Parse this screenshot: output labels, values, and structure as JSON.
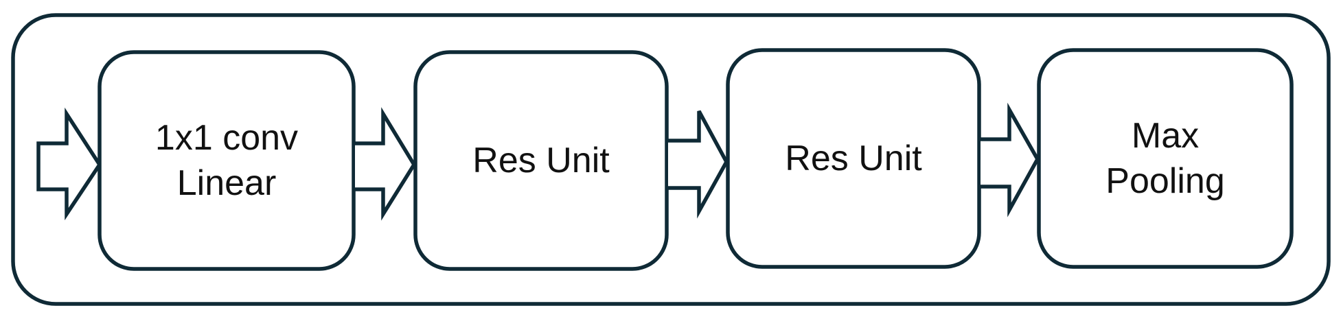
{
  "colors": {
    "stroke": "#0f2a36",
    "background": "#ffffff",
    "text": "#111111"
  },
  "blocks": [
    {
      "lines": [
        "1x1 conv",
        "Linear"
      ]
    },
    {
      "lines": [
        "Res Unit"
      ]
    },
    {
      "lines": [
        "Res Unit"
      ]
    },
    {
      "lines": [
        "Max",
        "Pooling"
      ]
    }
  ]
}
